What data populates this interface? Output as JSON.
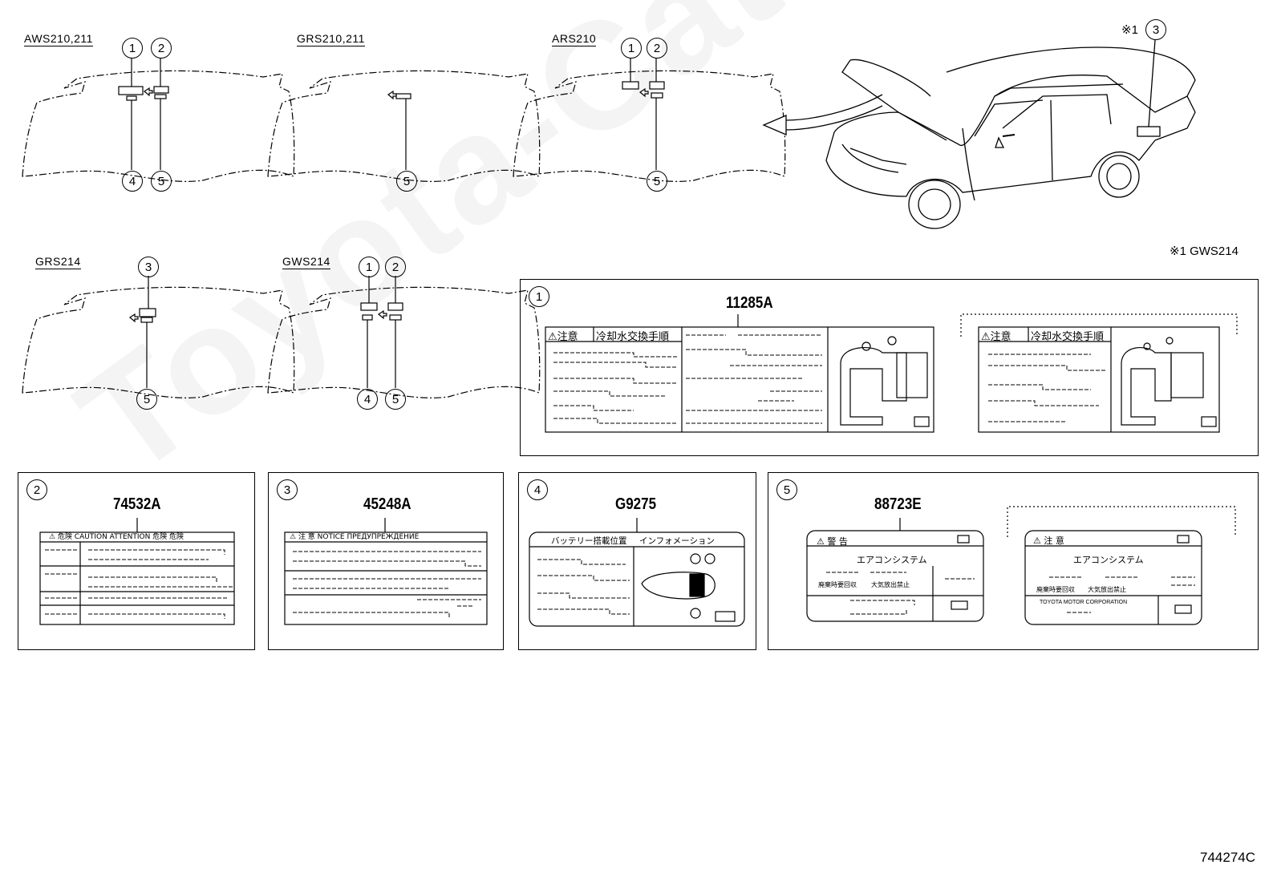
{
  "models": {
    "m1": "AWS210,211",
    "m2": "GRS210,211",
    "m3": "ARS210",
    "m4": "GRS214",
    "m5": "GWS214"
  },
  "callouts": {
    "c1": "1",
    "c2": "2",
    "c3": "3",
    "c4": "4",
    "c5": "5"
  },
  "note_mark": "※1",
  "note_text": "※1 GWS214",
  "panels": {
    "p1": {
      "num": "1",
      "code": "11285A",
      "caution": "注意",
      "title": "冷却水交換手順"
    },
    "p2": {
      "num": "2",
      "code": "74532A",
      "header": "危険 CAUTION ATTENTION 危険 危険"
    },
    "p3": {
      "num": "3",
      "code": "45248A",
      "header": "注 意 NOTICE ПРЕДУПРЕЖДЕНИЕ"
    },
    "p4": {
      "num": "4",
      "code": "G9275",
      "left_title": "バッテリー搭載位置",
      "right_title": "インフォメーション"
    },
    "p5": {
      "num": "5",
      "code": "88723E",
      "warn": "警 告",
      "caution": "注 意",
      "system": "エアコンシステム",
      "recover": "廃棄時要回収",
      "release": "大気放出禁止",
      "corp": "TOYOTA MOTOR CORPORATION"
    }
  },
  "watermark": "Toyota-Catalog.ru",
  "diagram_id": "744274C"
}
